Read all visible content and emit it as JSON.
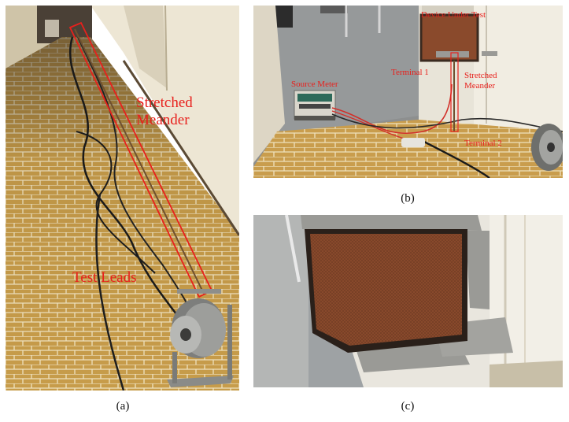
{
  "figure": {
    "captions": {
      "a": "(a)",
      "b": "(b)",
      "c": "(c)"
    },
    "panel_a": {
      "labels": {
        "stretched_line1": "Stretched",
        "stretched_line2": "Meander",
        "test_leads": "Test Leads"
      }
    },
    "panel_b": {
      "labels": {
        "device_under_test": "Device Under Test",
        "terminal_1": "Terminal 1",
        "source_meter": "Source Meter",
        "stretched_line1": "Stretched",
        "stretched_line2": "Meander",
        "terminal_2": "Terminal 2"
      }
    },
    "colors": {
      "annotation": "#e8201c",
      "floor_tile": "#c79c4a",
      "floor_grout": "#efe2bf",
      "wall": "#e9e2d2",
      "copper_mesh": "#8a4a2c",
      "tape": "#9a9a96"
    }
  }
}
